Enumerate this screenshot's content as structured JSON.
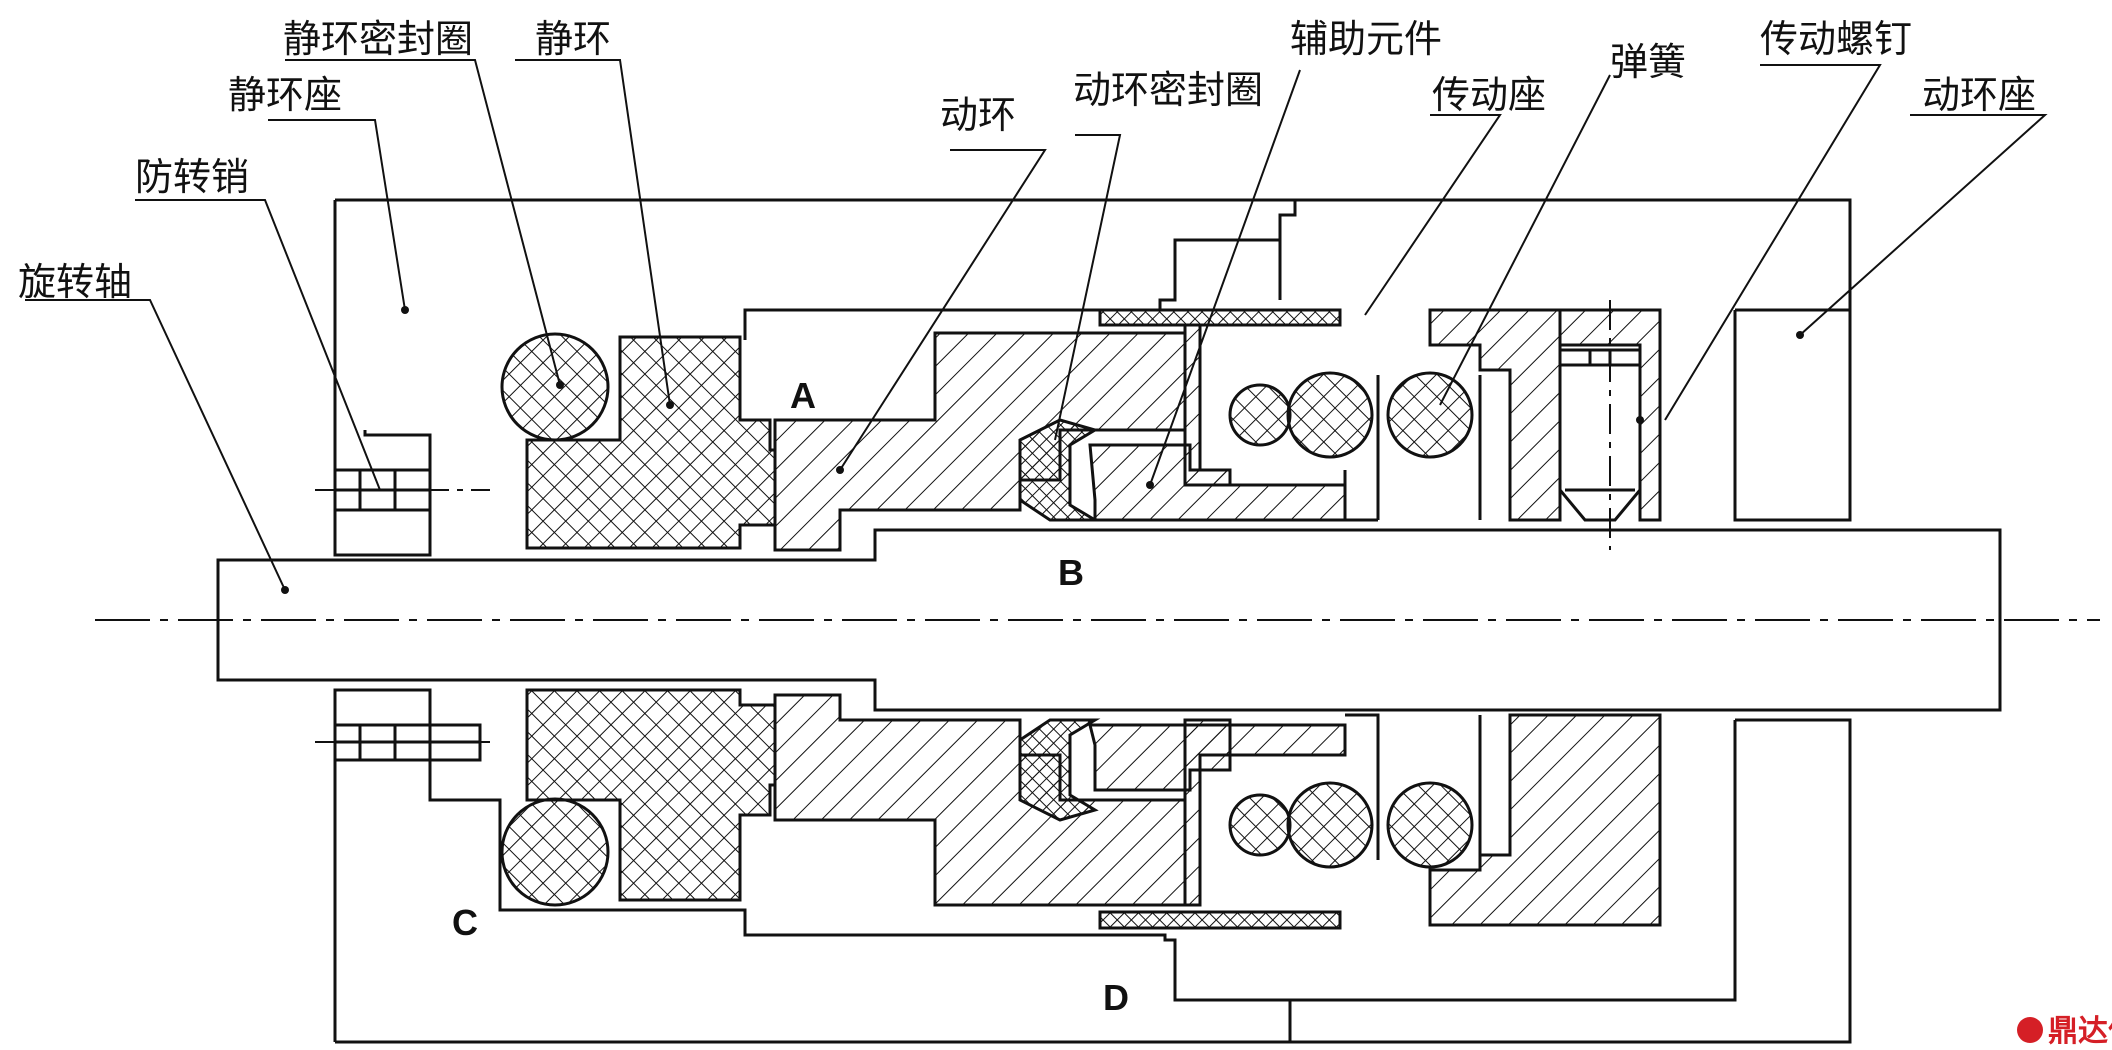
{
  "labels": {
    "rotating_shaft": "旋转轴",
    "anti_rotation_pin": "防转销",
    "stationary_ring_seat": "静环座",
    "stationary_ring_seal": "静环密封圈",
    "stationary_ring": "静环",
    "moving_ring": "动环",
    "moving_ring_seal": "动环密封圈",
    "auxiliary_element": "辅助元件",
    "drive_seat": "传动座",
    "spring": "弹簧",
    "drive_screw": "传动螺钉",
    "moving_ring_seat": "动环座"
  },
  "points": {
    "a": "A",
    "b": "B",
    "c": "C",
    "d": "D"
  },
  "watermark": "鼎达信",
  "colors": {
    "line": "#111111",
    "watermark": "#d51f26"
  }
}
